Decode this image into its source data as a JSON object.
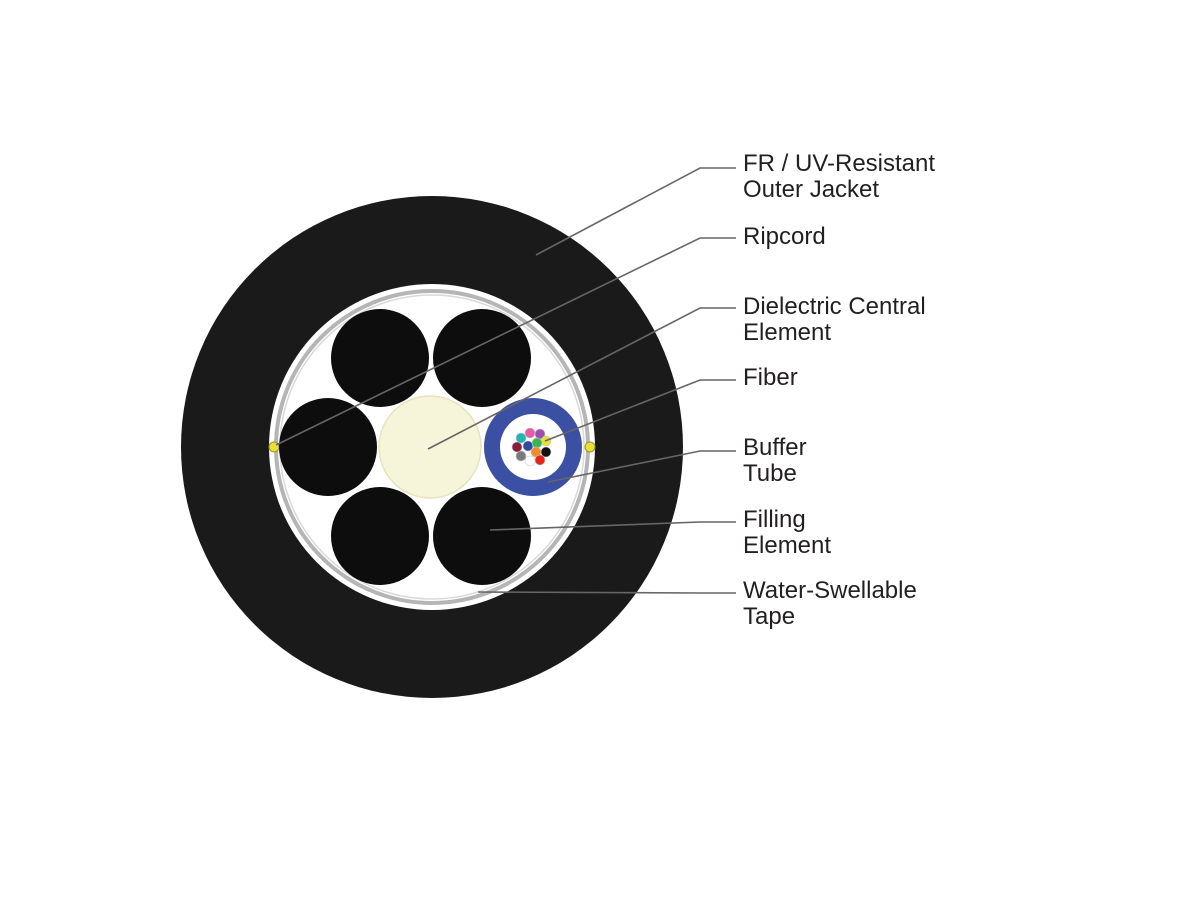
{
  "callouts": {
    "outer_jacket": [
      "FR / UV-Resistant",
      "Outer Jacket"
    ],
    "ripcord": [
      "Ripcord"
    ],
    "central_element": [
      "Dielectric Central",
      "Element"
    ],
    "fiber": [
      "Fiber"
    ],
    "buffer_tube": [
      "Buffer",
      "Tube"
    ],
    "filling_element": [
      "Filling",
      "Element"
    ],
    "tape": [
      "Water-Swellable",
      "Tape"
    ]
  },
  "colors": {
    "jacket": "#1a1a1a",
    "inner_fill": "#ffffff",
    "tape": "#b5b5b5",
    "central_element": "#f6f4d9",
    "buffer_tube": "#3b4fa3",
    "filling_element": "#0d0d0d",
    "ripcord": "#e7e23a",
    "leader_line": "#666666"
  },
  "fiber_colors": [
    "#e85aa8",
    "#9b4fb0",
    "#1fb8b0",
    "#e7e23a",
    "#8a1c3c",
    "#2e4aa0",
    "#3cb54a",
    "#f28c28",
    "#111111",
    "#7a7a7a",
    "#ffffff",
    "#e1251b"
  ]
}
